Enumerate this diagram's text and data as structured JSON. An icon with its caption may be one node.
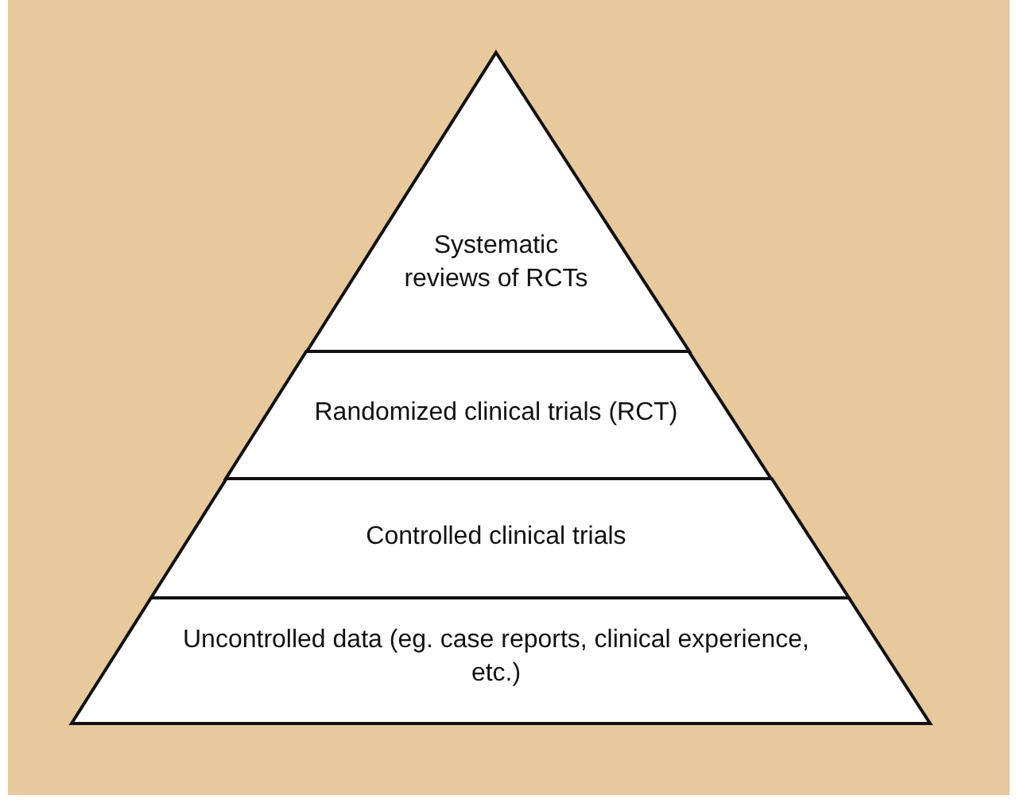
{
  "diagram": {
    "nodes": [
      {
        "text": [
          "Systematic reviews of RCTs"
        ]
      },
      {
        "text": [
          "Randomized clinical trials (RCT)"
        ]
      },
      {
        "text": [
          "Controlled clinical trials"
        ]
      },
      {
        "text": [
          "Uncontrolled data (eg. case reports, clinical experience, etc.)"
        ]
      }
    ]
  }
}
